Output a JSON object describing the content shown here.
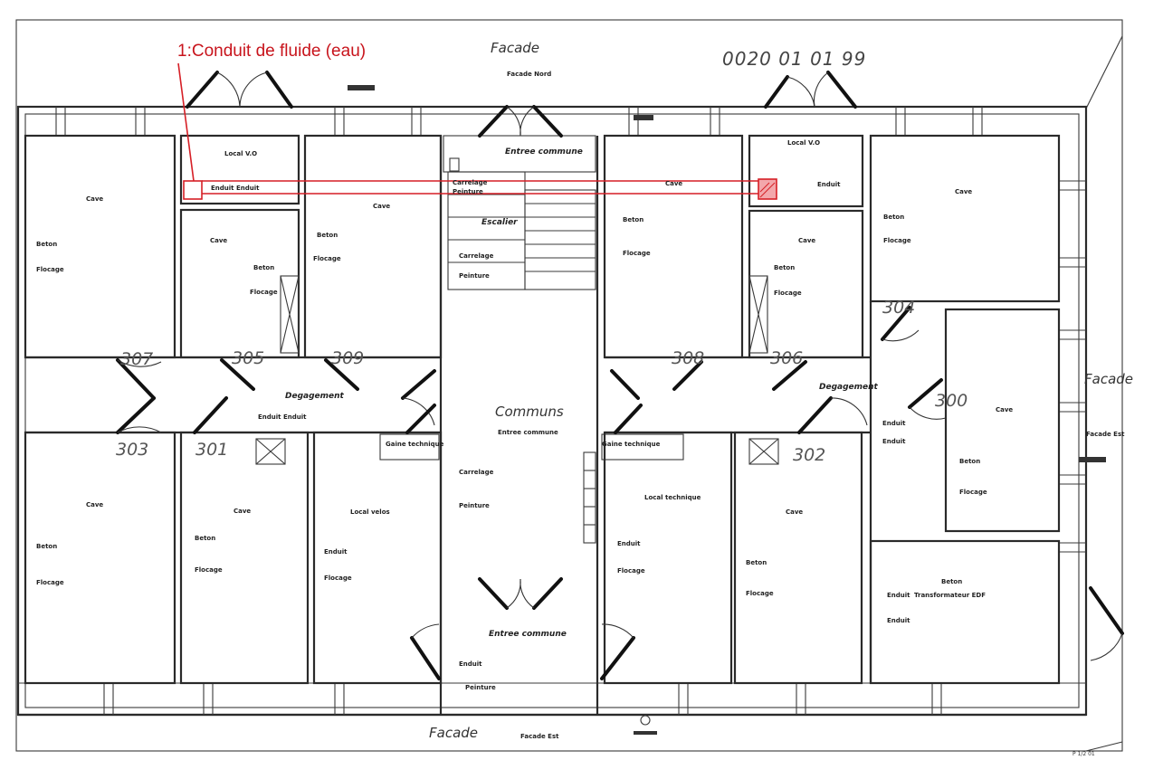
{
  "annotation": {
    "label": "1:Conduit de fluide (eau)",
    "color": "#d61f26"
  },
  "header_code": "0020 01 01 99",
  "facades": {
    "top": "Facade",
    "top_sub": "Facade Nord",
    "right": "Facade",
    "right_sub": "Facade Est",
    "bottom": "Facade",
    "bottom_sub": "Facade Est"
  },
  "rooms": {
    "locaux_vo": "Local V.O",
    "cave": "Cave",
    "entree_commune": "Entree commune",
    "escalier": "Escalier",
    "communs": "Communs",
    "entree_communs": "Entree commune",
    "degagement": "Degagement",
    "gaine_technique": "Gaine technique",
    "local_velos": "Local velos",
    "local_technique": "Local technique",
    "transfo": "Transformateur EDF"
  },
  "finishes": {
    "enduit": "Enduit",
    "beton": "Beton",
    "flocage": "Flocage",
    "carrelage": "Carrelage",
    "peinture": "Peinture",
    "enduit_enduit": "Enduit Enduit"
  },
  "room_numbers": [
    "307",
    "305",
    "309",
    "303",
    "301",
    "308",
    "306",
    "304",
    "300",
    "302"
  ],
  "corner_stamp": "P 1/2 01"
}
